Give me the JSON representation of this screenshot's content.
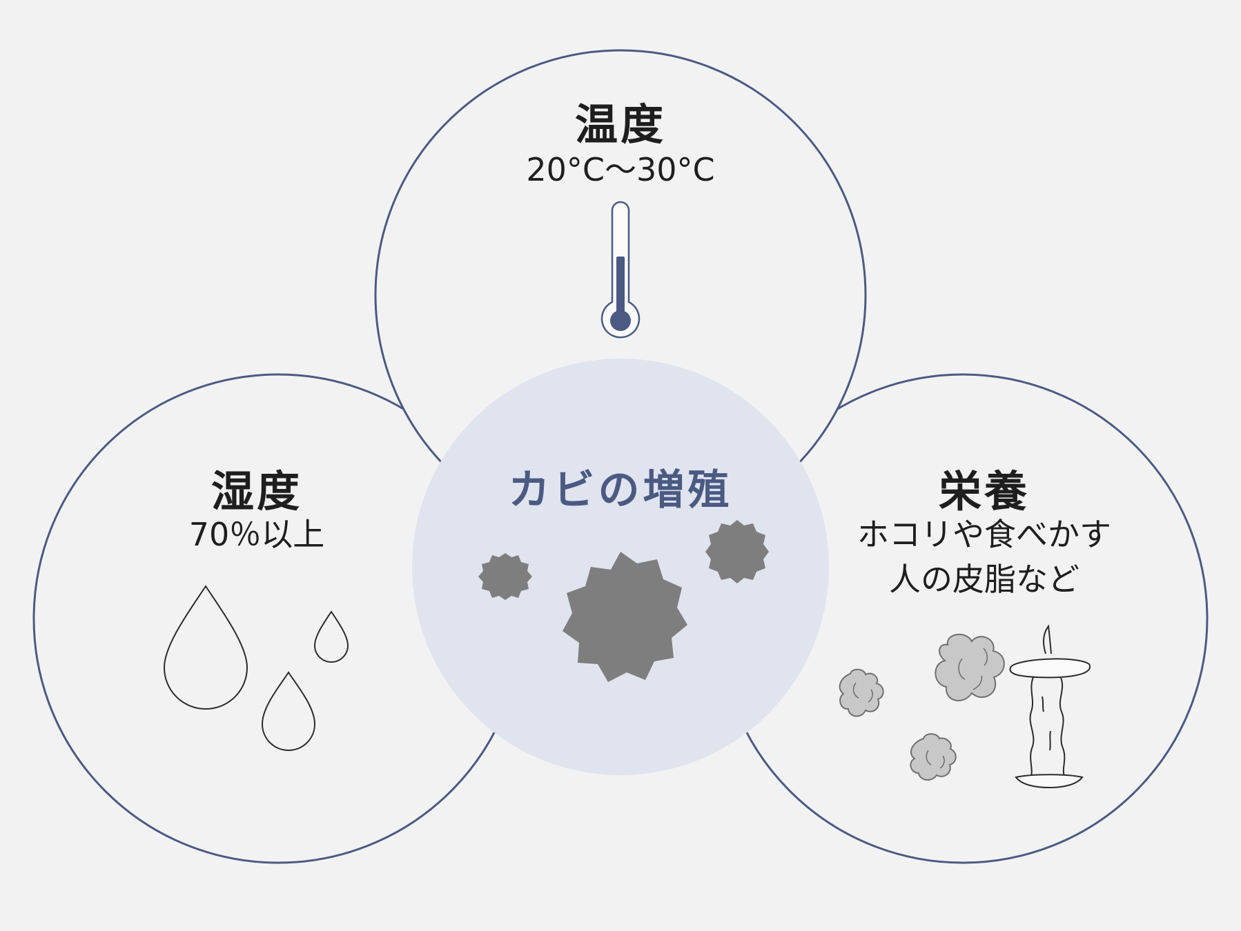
{
  "colors": {
    "background": "#f2f2f2",
    "circle_stroke": "#4a5a82",
    "circle_fill": "#f2f2f2",
    "center_fill": "#dfe4ee",
    "center_text": "#4a5a82",
    "mold": "#7e7e7e",
    "dust_fill": "#c8c8c8",
    "dust_stroke": "#6f6f6f",
    "line_art": "#2a2a2a",
    "text": "#1e1e1e"
  },
  "temperature": {
    "title": "温度",
    "value": "20°C〜30°C",
    "icon": "thermometer-icon"
  },
  "humidity": {
    "title": "湿度",
    "value": "70％以上",
    "icon": "water-drops-icon"
  },
  "nutrition": {
    "title": "栄養",
    "lines": [
      "ホコリや食べかす",
      "人の皮脂など"
    ],
    "icons": [
      "dust-icon",
      "apple-core-icon"
    ]
  },
  "center": {
    "title": "カビの増殖",
    "icon": "mold-spore-icon"
  }
}
